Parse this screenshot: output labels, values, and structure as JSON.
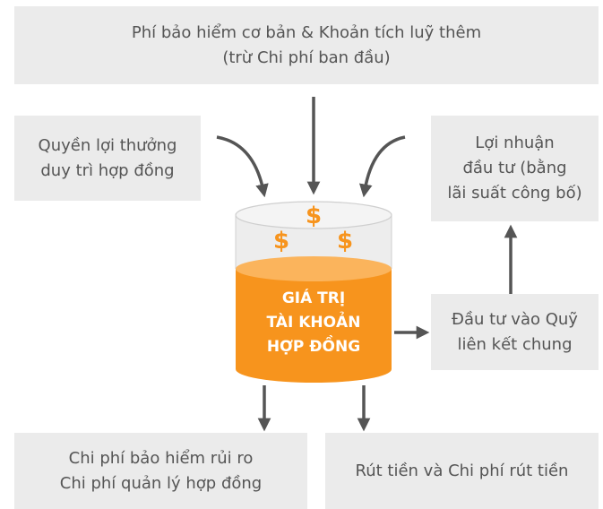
{
  "boxes": {
    "top": {
      "line1": "Phí bảo hiểm cơ bản & Khoản tích luỹ thêm",
      "line2": "(trừ Chi phí ban đầu)"
    },
    "left": {
      "line1": "Quyền lợi thưởng",
      "line2": "duy trì hợp đồng"
    },
    "right_top": {
      "line1": "Lợi nhuận",
      "line2": "đầu tư (bằng",
      "line3": "lãi suất công bố)"
    },
    "right_mid": {
      "line1": "Đầu tư vào Quỹ",
      "line2": "liên kết chung"
    },
    "bottom_left": {
      "line1": "Chi phí bảo hiểm rủi ro",
      "line2": "Chi phí quản lý hợp đồng"
    },
    "bottom_right": {
      "line1": "Rút tiền và Chi phí rút tiền"
    }
  },
  "cylinder": {
    "line1": "GIÁ TRỊ",
    "line2": "TÀI KHOẢN",
    "line3": "HỢP ĐỒNG",
    "symbol": "$"
  },
  "colors": {
    "box_fill": "#ebebeb",
    "text": "#555555",
    "arrow": "#555555",
    "orange": "#f7941d",
    "cylinder_fill": "#f7941d",
    "cylinder_glass": "#ededed"
  }
}
